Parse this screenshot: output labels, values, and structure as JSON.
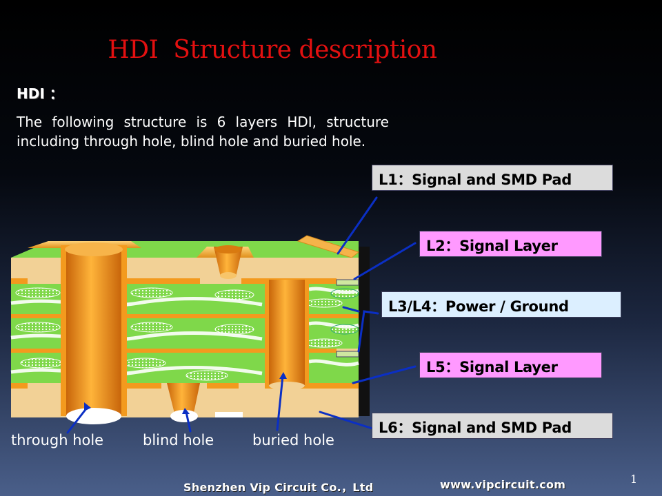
{
  "slide": {
    "title": "HDI  Structure description",
    "heading": "HDI ：",
    "description": "The following structure is 6 layers HDI, structure including through hole, blind hole and buried hole.",
    "page_number": "1"
  },
  "layer_labels": [
    {
      "id": "l1",
      "text": "L1：Signal and SMD Pad",
      "color": "#dcdcdc"
    },
    {
      "id": "l2",
      "text": "L2：Signal Layer",
      "color": "#ff99ff"
    },
    {
      "id": "l34",
      "text": "L3/L4：Power / Ground",
      "color": "#dcefff"
    },
    {
      "id": "l5",
      "text": "L5：Signal Layer",
      "color": "#ff99ff"
    },
    {
      "id": "l6",
      "text": "L6：Signal and SMD Pad",
      "color": "#dcdcdc"
    }
  ],
  "hole_captions": {
    "through": "through hole",
    "blind": "blind hole",
    "buried": "buried hole"
  },
  "footer": {
    "company": "Shenzhen Vip Circuit Co.，Ltd",
    "website": "www.vipcircuit.com"
  },
  "colors": {
    "title": "#e21010",
    "copper": "#f39a1e",
    "substrate": "#f2d196",
    "prepreg": "#7fd84a",
    "arrow": "#0b2fc4"
  }
}
